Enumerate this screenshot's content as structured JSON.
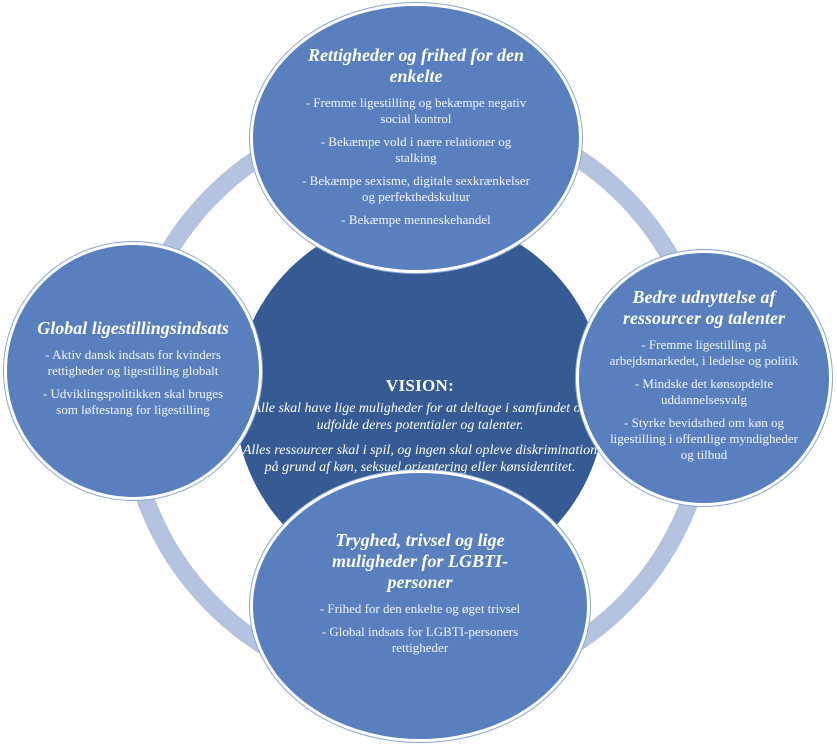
{
  "colors": {
    "background": "#ffffff",
    "ring": "#b4c3df",
    "outer_circle": "#5a7fbe",
    "center_circle": "#365a93",
    "text": "#ffffff"
  },
  "center": {
    "title": "VISION:",
    "paragraphs": [
      "Alle skal have lige muligheder for at deltage i samfundet og udfolde deres potentialer og talenter.",
      "Alles ressourcer skal i spil, og ingen skal opleve diskrimination på grund af køn, seksuel orientering eller kønsidentitet."
    ]
  },
  "top": {
    "title": "Rettigheder og frihed for den enkelte",
    "items": [
      "- Fremme ligestilling og bekæmpe negativ social kontrol",
      "- Bekæmpe vold i nære relationer og stalking",
      "- Bekæmpe sexisme, digitale sexkrænkelser og perfekthedskultur",
      "- Bekæmpe menneskehandel"
    ]
  },
  "left": {
    "title": "Global ligestillingsindsats",
    "items": [
      "- Aktiv dansk indsats for kvinders rettigheder og ligestilling globalt",
      "- Udviklingspolitikken skal bruges som løftestang for ligestilling"
    ]
  },
  "right": {
    "title": "Bedre udnyttelse af ressourcer og talenter",
    "items": [
      "- Fremme ligestilling på arbejdsmarkedet, i ledelse og politik",
      "- Mindske det kønsopdelte uddannelsesvalg",
      "- Styrke bevidsthed om køn og ligestilling i offentlige myndigheder og tilbud"
    ]
  },
  "bottom": {
    "title": "Tryghed, trivsel og lige muligheder for LGBTI-personer",
    "items": [
      "- Frihed for den enkelte og øget trivsel",
      "- Global indsats for LGBTI-personers rettigheder"
    ]
  }
}
